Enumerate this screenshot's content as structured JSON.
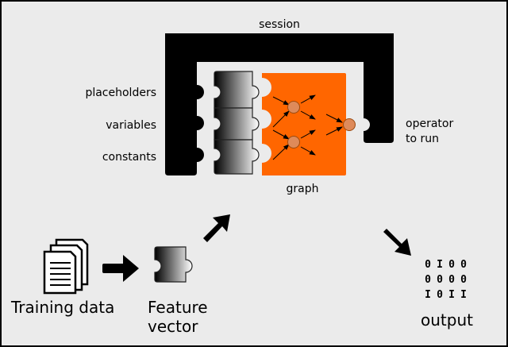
{
  "colors": {
    "background": "#ebebeb",
    "frame": "#000000",
    "graph_fill": "#ff6600",
    "node_fill": "#de8a5a",
    "node_stroke": "#9a4a10",
    "puzzle_dark": "#000000",
    "puzzle_light": "#ffffff"
  },
  "labels": {
    "session": "session",
    "placeholders": "placeholders",
    "variables": "variables",
    "constants": "constants",
    "graph": "graph",
    "operator_line1": "operator",
    "operator_line2": "to run",
    "training_data": "Training data",
    "feature_line1": "Feature",
    "feature_line2": "vector",
    "output": "output"
  },
  "output_bits": [
    [
      "0",
      "I",
      "0",
      "0"
    ],
    [
      "0",
      "0",
      "0",
      "0"
    ],
    [
      "I",
      "0",
      "I",
      "I"
    ]
  ],
  "icons": {
    "documents": "stacked-documents-icon",
    "arrow_right": "arrow-right-icon",
    "arrow_up_right": "arrow-up-right-icon",
    "arrow_down_right": "arrow-down-right-icon",
    "puzzle": "puzzle-piece-icon"
  }
}
